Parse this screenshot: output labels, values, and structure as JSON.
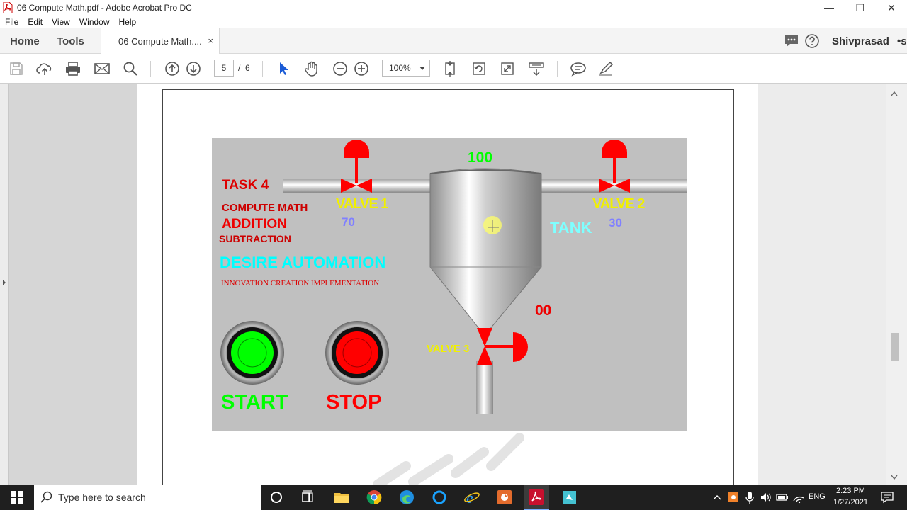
{
  "window": {
    "title": "06 Compute Math.pdf - Adobe Acrobat Pro DC",
    "minimize": "—",
    "restore": "❐",
    "close": "✕"
  },
  "menu": [
    "File",
    "Edit",
    "View",
    "Window",
    "Help"
  ],
  "tabs": {
    "home": "Home",
    "tools": "Tools",
    "document": "06 Compute Math....",
    "close": "×"
  },
  "user": {
    "name": "Shivprasad",
    "overflow": "•s"
  },
  "toolbar": {
    "current_page": "5",
    "page_separator": "/",
    "page_count": "6",
    "zoom": "100%"
  },
  "hmi": {
    "task": "TASK 4",
    "compute_math": "COMPUTE MATH",
    "addition": "ADDITION",
    "subtraction": "SUBTRACTION",
    "brand": "DESIRE AUTOMATION",
    "tagline": "INNOVATION CREATION IMPLEMENTATION",
    "valve1_label": "VALVE 1",
    "valve1_value": "70",
    "valve2_label": "VALVE 2",
    "valve2_value": "30",
    "tank_label": "TANK",
    "tank_value": "100",
    "valve3_label": "VALVE 3",
    "valve3_value": "00",
    "start_label": "START",
    "stop_label": "STOP"
  },
  "colors": {
    "hmi_background": "#c0c0c0",
    "valve_red": "#ff0000",
    "label_yellow": "#f0f000",
    "value_blue": "#8080ff",
    "tank_cyan": "#7fffff",
    "brand_cyan": "#00ffff",
    "start_green": "#00ff00",
    "stop_red": "#ff0000",
    "title_red": "#dd0000",
    "taskbar": "#1f1f1f"
  },
  "taskbar": {
    "search_placeholder": "Type here to search",
    "language": "ENG",
    "time": "2:23 PM",
    "date": "1/27/2021"
  }
}
